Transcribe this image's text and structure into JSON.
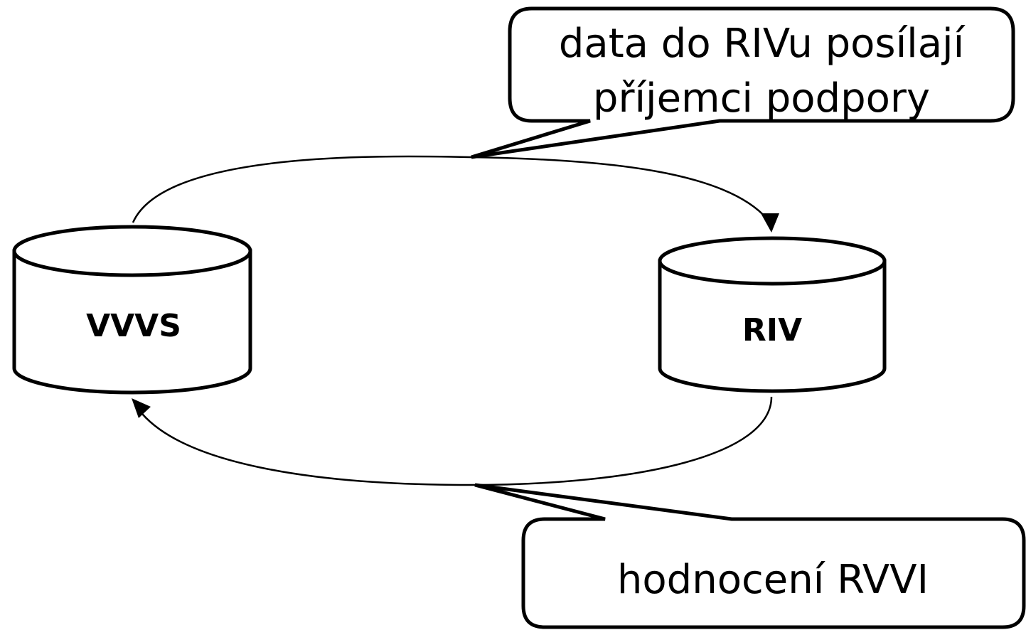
{
  "nodes": {
    "vvvs": {
      "label": "VVVS"
    },
    "riv": {
      "label": "RIV"
    }
  },
  "callouts": {
    "top": {
      "line1": "data do RIVu posílají",
      "line2": "příjemci podpory"
    },
    "bottom": {
      "line1": "hodnocení RVVI"
    }
  }
}
